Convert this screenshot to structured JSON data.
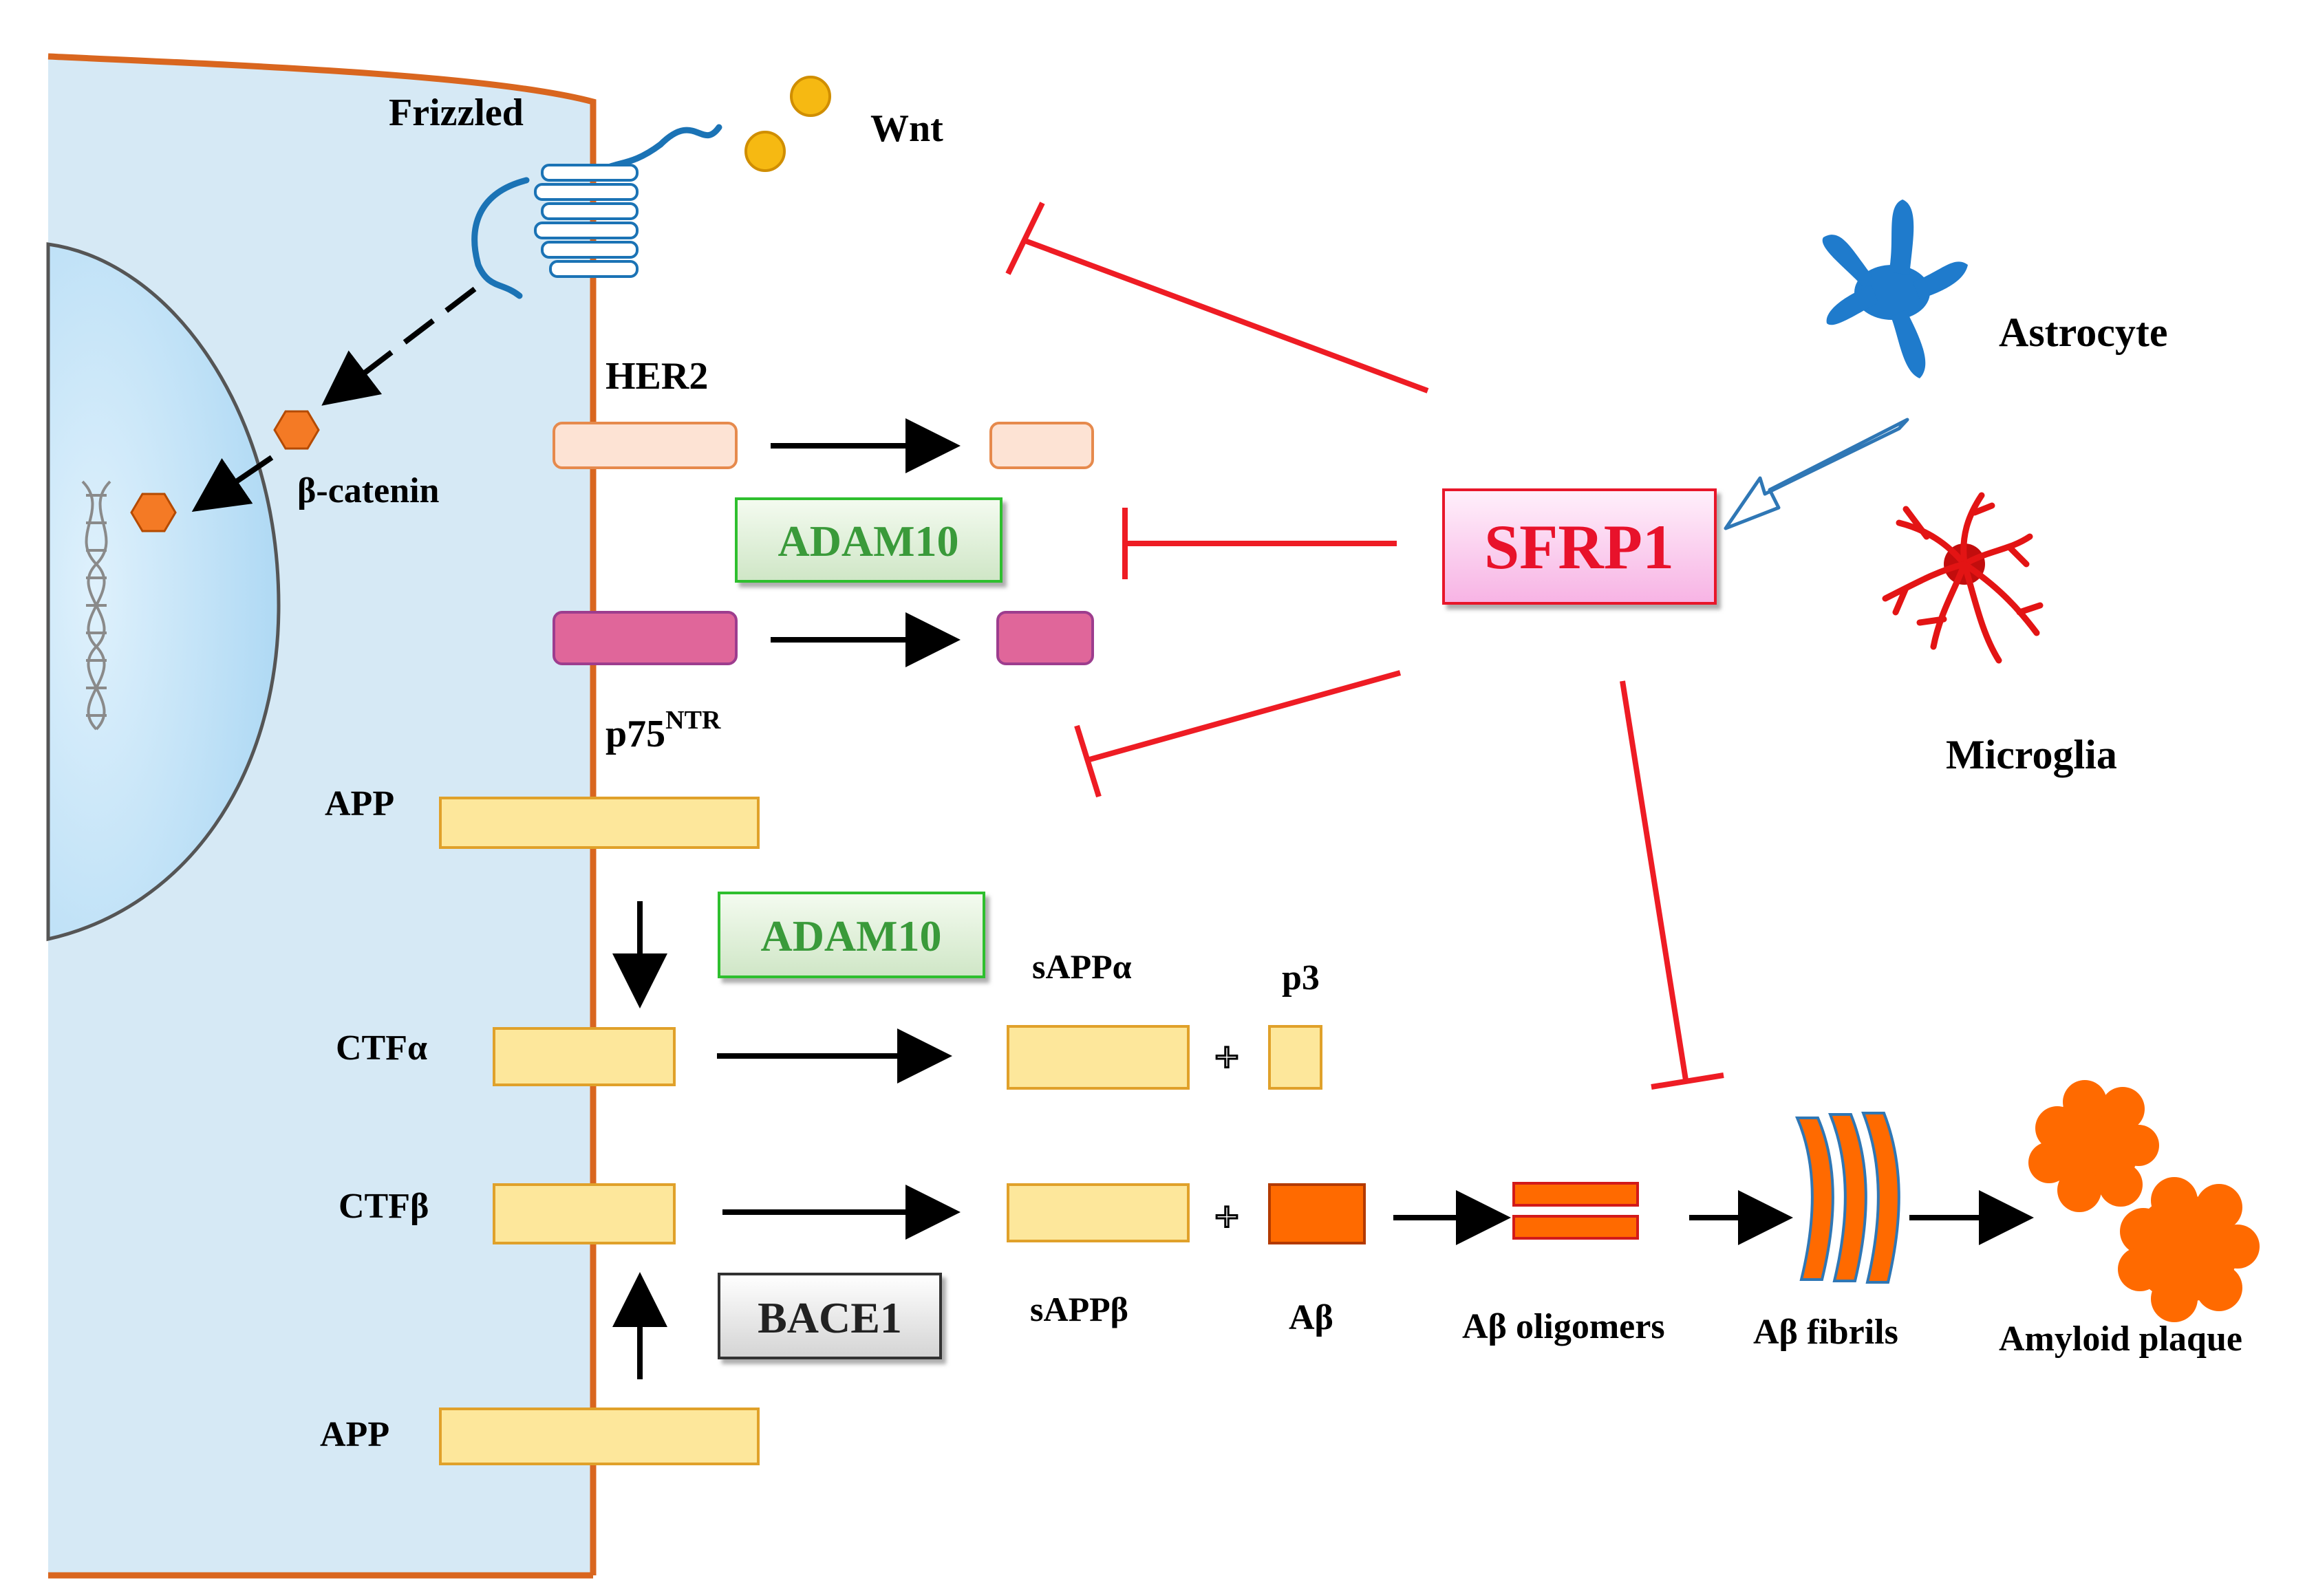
{
  "labels": {
    "frizzled": "Frizzled",
    "wnt": "Wnt",
    "beta_catenin": "β-catenin",
    "her2": "HER2",
    "p75_main": "p75",
    "p75_sup": "NTR",
    "app_top": "APP",
    "ctf_alpha": "CTFα",
    "ctf_beta": "CTFβ",
    "app_bottom": "APP",
    "sapp_alpha": "sAPPα",
    "p3": "p3",
    "sapp_beta": "sAPPβ",
    "abeta": "Aβ",
    "abeta_oligomers": "Aβ oligomers",
    "abeta_fibrils": "Aβ fibrils",
    "amyloid_plaque": "Amyloid plaque",
    "astrocyte": "Astrocyte",
    "microglia": "Microglia"
  },
  "boxes": {
    "adam10_top": "ADAM10",
    "adam10_bottom": "ADAM10",
    "bace1": "BACE1",
    "sfrp1": "SFRP1"
  },
  "colors": {
    "cytoplasm": "#d6e9f5",
    "nucleus": "#bfe1f7",
    "membrane": "#d9661f",
    "app_fill": "#fde79b",
    "app_stroke": "#e0a12a",
    "her2_fill": "#fde3d4",
    "her2_stroke": "#e68a4d",
    "p75_fill": "#e0669a",
    "p75_stroke": "#9d3d8e",
    "abeta": "#ff6a00",
    "inhibition": "#ee1c24",
    "adam10_text": "#3a9a3a",
    "sfrp1_text": "#e8122b",
    "astrocyte": "#1f7bcc",
    "microglia": "#e31414",
    "wnt": "#f6b912",
    "frizzled": "#1b73b5"
  }
}
